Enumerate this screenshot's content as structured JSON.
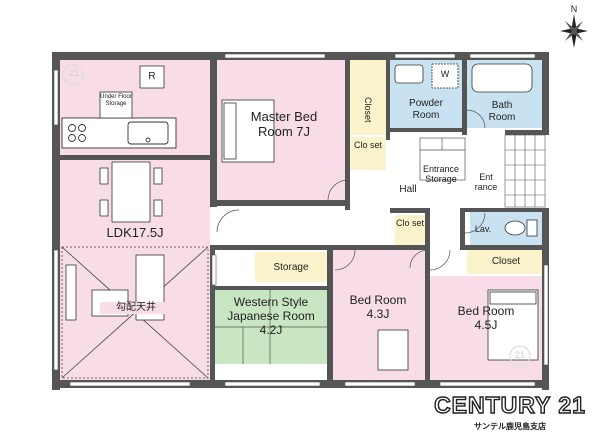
{
  "compass": {
    "north": "N"
  },
  "rooms": {
    "ldk": "LDK17.5J",
    "vaulted_ceiling": "勾配天井",
    "under_floor_storage": "Under Floor Storage",
    "r_mark": "R",
    "master_bed": "Master Bed Room 7J",
    "closet_master": "Closet",
    "closet_small_1": "Clo set",
    "powder_room": "Powder Room",
    "washer_mark": "W",
    "bath_room": "Bath Room",
    "entrance_storage": "Entrance Storage",
    "entrance": "Ent rance",
    "hall": "Hall",
    "closet_small_2": "Clo set",
    "lav": "Lav.",
    "storage": "Storage",
    "western_japanese": "Western Style Japanese Room 4.2J",
    "bed_43": "Bed Room 4.3J",
    "closet_right": "Closet",
    "bed_45": "Bed Room 4.5J"
  },
  "brand": {
    "name": "CENTURY 21",
    "store": "サンテル鹿児島支店",
    "watermark": "21"
  },
  "colors": {
    "pink": "#f8dde9",
    "green": "#c9e6c3",
    "blue": "#c8e2f1",
    "cream": "#fbf3cc",
    "wall": "#555555"
  }
}
